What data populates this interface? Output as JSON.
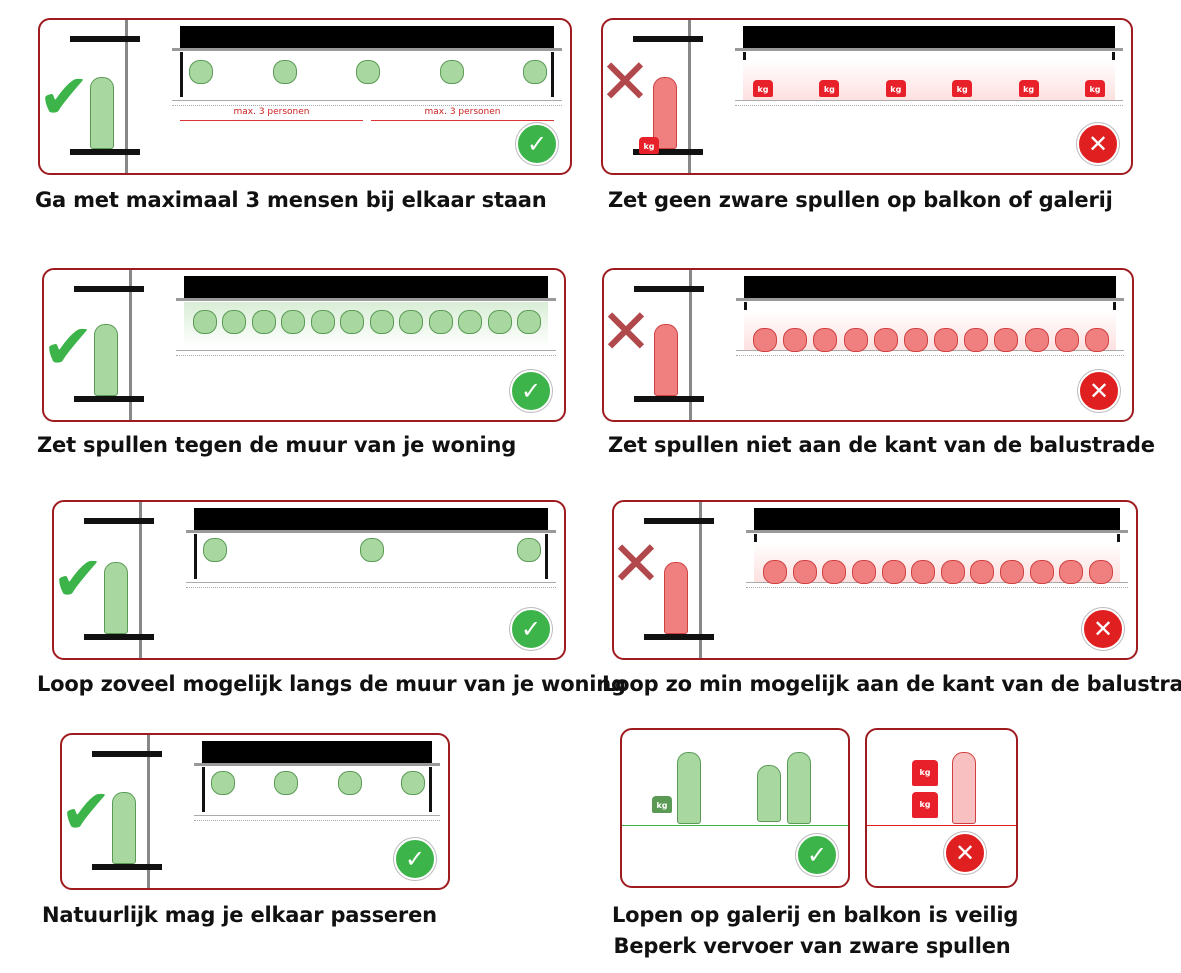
{
  "panels": [
    {
      "id": "p1",
      "caption": "Ga met maximaal 3 mensen bij elkaar staan",
      "verdict": "good",
      "content": "people",
      "dimension_label": "max. 3 personen"
    },
    {
      "id": "p2",
      "caption": "Zet geen zware spullen op balkon of galerij",
      "verdict": "bad",
      "content": "weights",
      "weight_label": "kg"
    },
    {
      "id": "p3",
      "caption": "Zet spullen tegen de muur van je woning",
      "verdict": "good",
      "content": "plants-wall"
    },
    {
      "id": "p4",
      "caption": "Zet spullen niet aan de kant van de balustrade",
      "verdict": "bad",
      "content": "plants-edge"
    },
    {
      "id": "p5",
      "caption": "Loop zoveel mogelijk langs de muur van je woning",
      "verdict": "good",
      "content": "walk-wall"
    },
    {
      "id": "p6",
      "caption": "Loop zo min mogelijk aan de kant van de balustrade",
      "verdict": "bad",
      "content": "plants-edge"
    },
    {
      "id": "p7",
      "caption": "Natuurlijk mag je elkaar passeren",
      "verdict": "good",
      "content": "passing"
    }
  ],
  "bottom_caption": [
    "Lopen op galerij en balkon is veilig",
    "Beperk vervoer van zware spullen"
  ],
  "weight_label": "kg",
  "colors": {
    "border": "#9e1b1f",
    "good": "#3cb44a",
    "bad": "#e02020",
    "green_fill": "#a8d8a0",
    "red_fill": "#f08080",
    "cross": "#9e1b1f"
  }
}
